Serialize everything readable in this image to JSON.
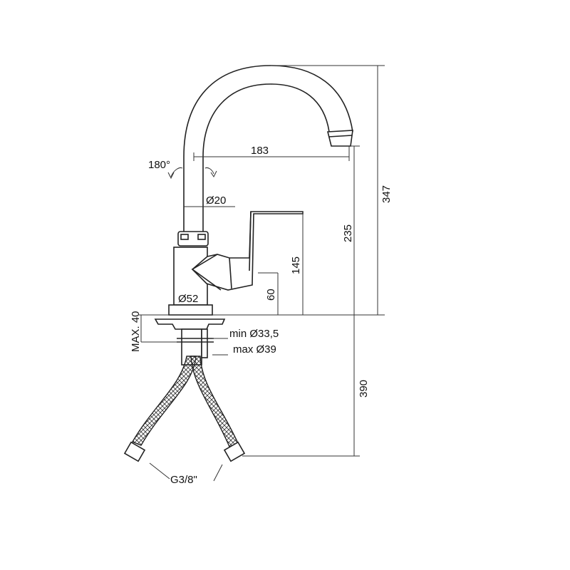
{
  "drawing": {
    "dimensions": {
      "total_height": "347",
      "spout_height": "235",
      "handle_height": "145",
      "outlet_height": "60",
      "spout_reach": "183",
      "rotation": "180°",
      "tube_diameter": "Ø20",
      "base_diameter": "Ø52",
      "max_thickness": "MAX. 40",
      "hole_min": "min Ø33,5",
      "hole_max": "max Ø39",
      "hose_length": "390",
      "connection": "G3/8\""
    },
    "colors": {
      "line": "#222222",
      "background": "#ffffff"
    }
  }
}
